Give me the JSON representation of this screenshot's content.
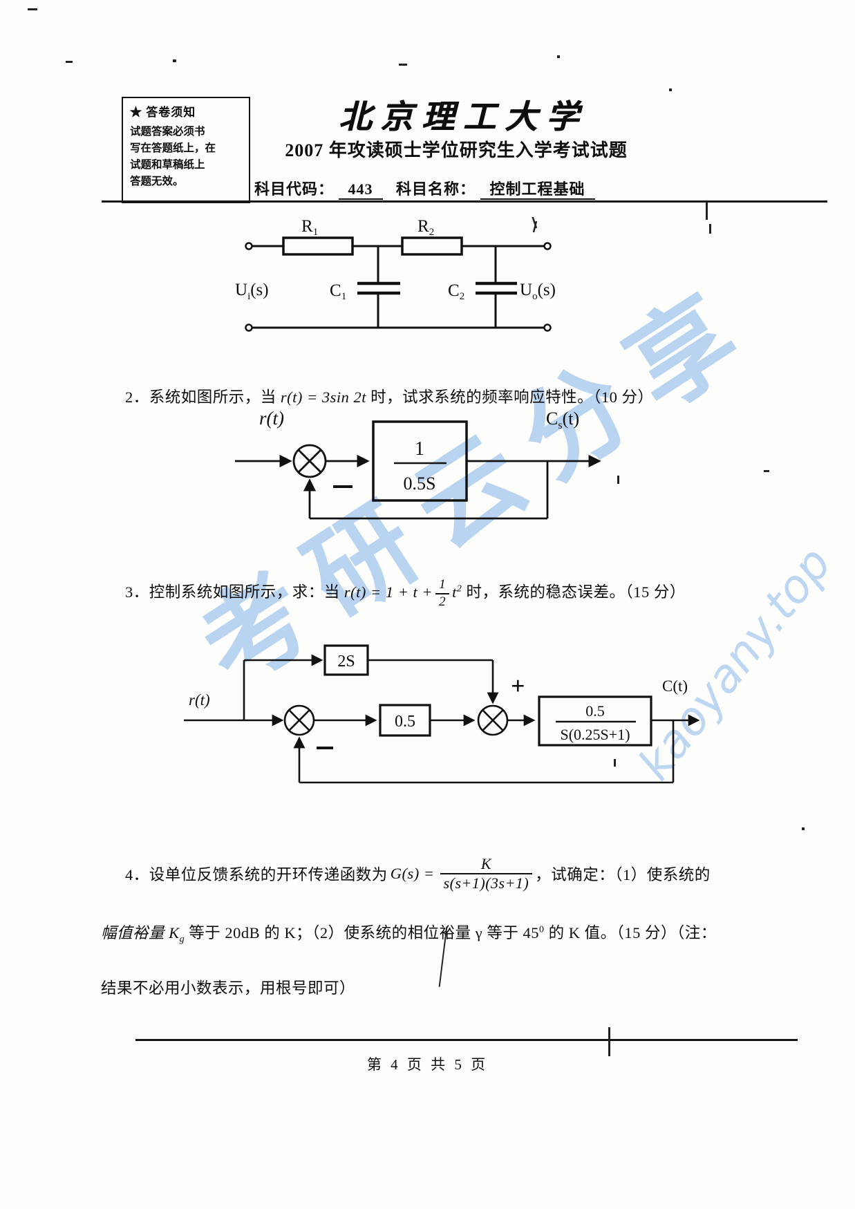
{
  "notice": {
    "star": "★",
    "heading": "答卷须知",
    "lines": [
      "试题答案必须书",
      "写在答题纸上，在",
      "试题和草稿纸上",
      "答题无效。"
    ]
  },
  "header": {
    "university": "北京理工大学",
    "exam_title": "2007 年攻读硕士学位研究生入学考试试题",
    "subject_code_label": "科目代码：",
    "subject_code": "443",
    "subject_name_label": "科目名称：",
    "subject_name": "控制工程基础"
  },
  "circuit": {
    "r1_base": "R",
    "r1_sub": "1",
    "r2_base": "R",
    "r2_sub": "2",
    "c1_base": "C",
    "c1_sub": "1",
    "c2_base": "C",
    "c2_sub": "2",
    "ui_base": "U",
    "ui_sub": "i",
    "ui_paren": "(s)",
    "uo_base": "U",
    "uo_sub": "o",
    "uo_paren": "(s)"
  },
  "q2": {
    "prefix": "2．系统如图所示，当 ",
    "formula": "r(t) = 3sin 2t",
    "suffix": " 时，试求系统的频率响应特性。（10 分）",
    "diagram": {
      "input": "r(t)",
      "block_num": "1",
      "block_den": "0.5S",
      "output_base": "C",
      "output_sub": "s",
      "output_paren": "(t)",
      "minus": "—"
    }
  },
  "q3": {
    "prefix": "3．控制系统如图所示，求：当 ",
    "formula_pre": "r(t) = 1 + t +",
    "frac_num": "1",
    "frac_den": "2",
    "formula_var": "t",
    "formula_sup": "2",
    "suffix": " 时，系统的稳态误差。（15 分）",
    "diagram": {
      "input": "r(t)",
      "feedforward": "2S",
      "gain": "0.5",
      "plant_num": "0.5",
      "plant_den": "S(0.25S+1)",
      "output": "C(t)",
      "plus": "+",
      "minus": "—"
    }
  },
  "q4": {
    "line1_pre": "4．设单位反馈系统的开环传递函数为 ",
    "gfunc": "G(s) =",
    "frac_num": "K",
    "frac_den": "s(s+1)(3s+1)",
    "line1_post": "，试确定：（1）使系统的",
    "line2_pre": "幅值裕量 K",
    "line2_sub": "g",
    "line2_mid": " 等于 20dB 的 K；（2）使系统的相位裕量 γ 等于 45",
    "line2_sup": "0",
    "line2_post": " 的 K 值。（15 分）（注：",
    "line3": "结果不必用小数表示，用根号即可）"
  },
  "footer": {
    "page_info": "第 4 页 共 5 页"
  },
  "watermark": {
    "cn": "考研云分享",
    "site": "kaoyany.top",
    "color": "#aecdf0"
  }
}
